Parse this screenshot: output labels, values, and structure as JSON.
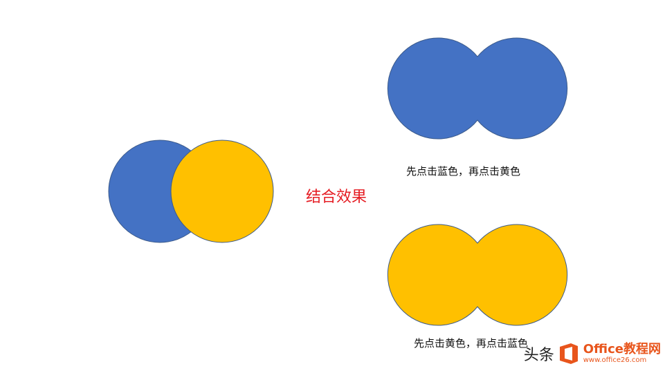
{
  "colors": {
    "blue": "#4472C4",
    "yellow": "#FFC000",
    "outline": "#3B5A8A",
    "accent_red": "#E51C23",
    "brand_orange": "#E8551C"
  },
  "labels": {
    "effect": "结合效果",
    "caption_top": "先点击蓝色，再点击黄色",
    "caption_bottom": "先点击黄色，再点击蓝色"
  },
  "watermark": {
    "toutiao_prefix": "头条",
    "brand": "Office教程网",
    "url": "www.office26.com",
    "logo_icon": "office-logo-icon"
  }
}
